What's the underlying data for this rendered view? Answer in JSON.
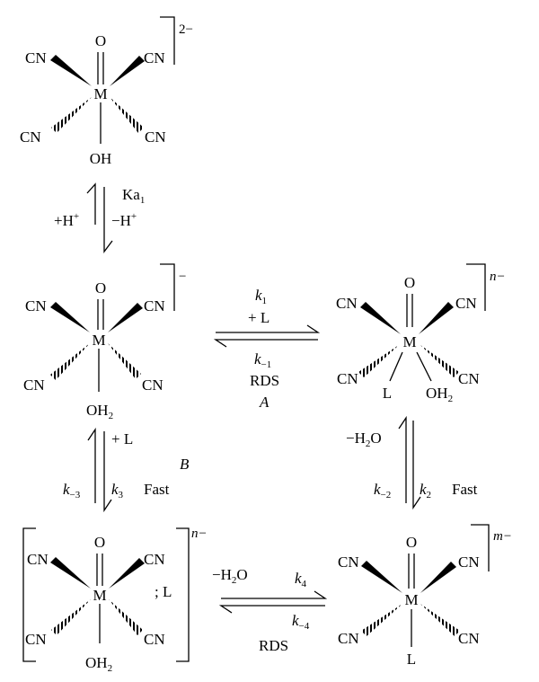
{
  "complexes": {
    "c1": {
      "top": "O",
      "metal": "M",
      "ul": "CN",
      "ur": "CN",
      "ll": "CN",
      "lr": "CN",
      "bottom": "OH",
      "charge": "2−"
    },
    "c2": {
      "top": "O",
      "metal": "M",
      "ul": "CN",
      "ur": "CN",
      "ll": "CN",
      "lr": "CN",
      "bottom": "OH",
      "bottom_sub": "2",
      "charge": "−"
    },
    "c3": {
      "top": "O",
      "metal": "M",
      "ul": "CN",
      "ur": "CN",
      "ll": "CN",
      "lr": "CN",
      "bl": "L",
      "br": "OH",
      "br_sub": "2",
      "charge": "n−"
    },
    "c4": {
      "top": "O",
      "metal": "M",
      "ul": "CN",
      "ur": "CN",
      "ll": "CN",
      "lr": "CN",
      "bottom": "OH",
      "bottom_sub": "2",
      "outside": "; L",
      "charge": "n−"
    },
    "c5": {
      "top": "O",
      "metal": "M",
      "ul": "CN",
      "ur": "CN",
      "ll": "CN",
      "lr": "CN",
      "bottom": "L",
      "charge": "m−"
    }
  },
  "arrows": {
    "a1": {
      "right_label": "Ka",
      "right_sub": "1",
      "left_label": "+H",
      "left_sup": "+",
      "right2_label": "−H",
      "right2_sup": "+"
    },
    "a2": {
      "k1": "k",
      "k1_sub": "1",
      "plus": "+ L",
      "km1": "k",
      "km1_sub": "−1",
      "rds": "RDS",
      "path": "A"
    },
    "a3": {
      "water": "−H",
      "water_sub": "2",
      "water_end": "O",
      "km2": "k",
      "km2_sub": "−2",
      "k2": "k",
      "k2_sub": "2",
      "fast": "Fast"
    },
    "a4": {
      "plus": "+ L",
      "km3": "k",
      "km3_sub": "−3",
      "k3": "k",
      "k3_sub": "3",
      "fast": "Fast",
      "path": "B"
    },
    "a5": {
      "water": "−H",
      "water_sub": "2",
      "water_end": "O",
      "k4": "k",
      "k4_sub": "4",
      "km4": "k",
      "km4_sub": "−4",
      "rds": "RDS"
    }
  }
}
